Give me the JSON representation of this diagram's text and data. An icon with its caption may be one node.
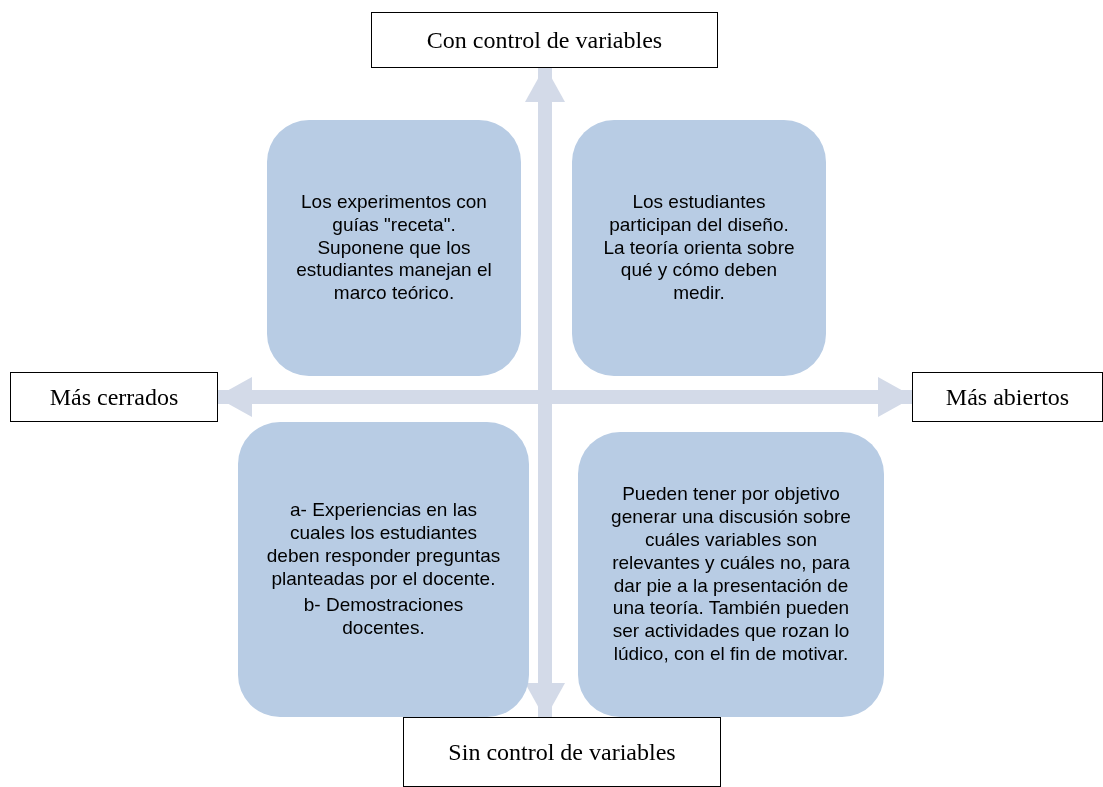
{
  "diagram": {
    "nodes": [
      {
        "text": [
          "Con control de variables"
        ]
      },
      {
        "text": [
          "Los experimentos con guías \"receta\". Suponene que los estudiantes manejan el marco teórico."
        ]
      },
      {
        "text": [
          "Los estudiantes participan del diseño. La teoría orienta sobre qué y cómo deben medir."
        ]
      },
      {
        "text": [
          "Más cerrados"
        ]
      },
      {
        "text": [
          "Más abiertos"
        ]
      },
      {
        "text": [
          "a- Experiencias en las cuales los estudiantes deben responder preguntas planteadas por el docente.",
          "b- Demostraciones docentes."
        ]
      },
      {
        "text": [
          "Pueden tener por objetivo generar una discusión sobre cuáles variables son relevantes y cuáles no, para dar pie a la presentación de una teoría. También pueden ser actividades que rozan lo lúdico, con el fin de motivar."
        ]
      },
      {
        "text": [
          "Sin control de variables"
        ]
      }
    ],
    "edges": [
      {
        "from": 0,
        "to": 7,
        "arrow": "both"
      },
      {
        "from": 3,
        "to": 4,
        "arrow": "both"
      }
    ]
  }
}
